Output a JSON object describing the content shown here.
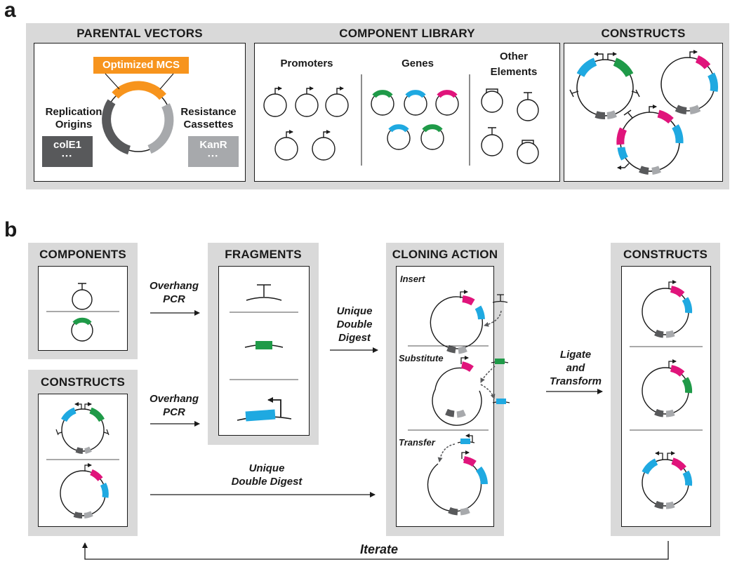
{
  "colors": {
    "orange": "#f7941d",
    "cyan": "#1fa9e1",
    "green": "#1f9a48",
    "magenta": "#e0147b",
    "dark_gray": "#58595b",
    "light_gray": "#a7a9ac",
    "panel_gray": "#d9d9d9"
  },
  "panel_a": {
    "letter": "a",
    "parental_vectors": {
      "header": "PARENTAL VECTORS",
      "mcs_label": "Optimized MCS",
      "replication_label_1": "Replication",
      "replication_label_2": "Origins",
      "replication_box": "colE1",
      "resistance_label_1": "Resistance",
      "resistance_label_2": "Cassettes",
      "resistance_box": "KanR",
      "ellipsis": "▪▪▪"
    },
    "component_library": {
      "header": "COMPONENT LIBRARY",
      "promoters": "Promoters",
      "genes": "Genes",
      "other_1": "Other",
      "other_2": "Elements"
    },
    "constructs": {
      "header": "CONSTRUCTS"
    }
  },
  "panel_b": {
    "letter": "b",
    "components": {
      "header": "COMPONENTS"
    },
    "constructs_left": {
      "header": "CONSTRUCTS"
    },
    "fragments": {
      "header": "FRAGMENTS"
    },
    "cloning_action": {
      "header": "CLONING ACTION",
      "insert": "Insert",
      "substitute": "Substitute",
      "transfer": "Transfer"
    },
    "constructs_right": {
      "header": "CONSTRUCTS"
    },
    "arrows": {
      "overhang_pcr_1a": "Overhang",
      "overhang_pcr_1b": "PCR",
      "overhang_pcr_2a": "Overhang",
      "overhang_pcr_2b": "PCR",
      "udd_1a": "Unique",
      "udd_1b": "Double",
      "udd_1c": "Digest",
      "udd_2a": "Unique",
      "udd_2b": "Double Digest",
      "ligate_a": "Ligate",
      "ligate_b": "and",
      "ligate_c": "Transform",
      "iterate": "Iterate"
    }
  }
}
